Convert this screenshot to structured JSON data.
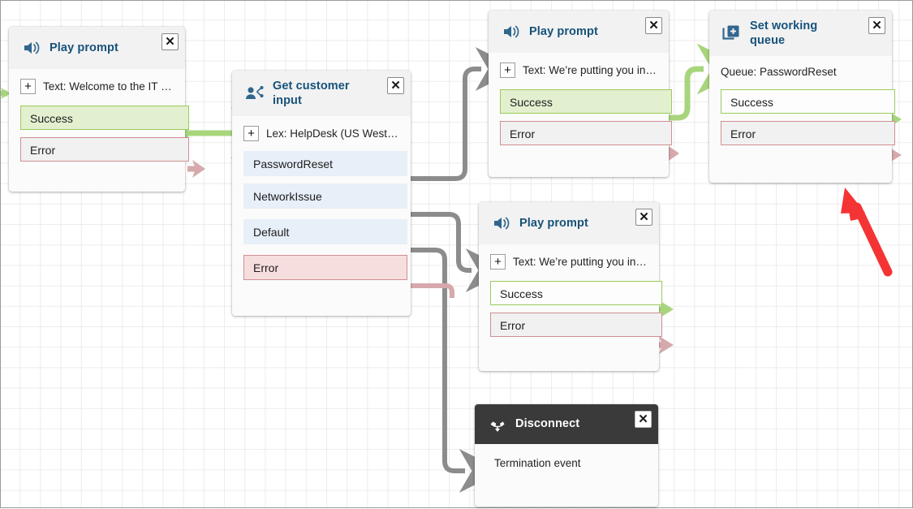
{
  "canvas": {
    "grid": true,
    "background_color": "#ffffff",
    "grid_color": "#ececec"
  },
  "colors": {
    "header_title": "#16527a",
    "header_bg": "#f2f2f2",
    "node_bg": "#fbfbfb",
    "success_fill": "#e2f0cf",
    "success_border": "#9acb5c",
    "error_fill": "#f1f1f1",
    "error_border": "#cf8f92",
    "option_fill": "#e7eff8",
    "connector_gray": "#8c8c8c",
    "connector_green": "#a8d57c",
    "connector_pink": "#d6a9ac",
    "disconnect_header": "#3a3a3a",
    "annotation_arrow": "#f43434"
  },
  "nodes": [
    {
      "id": "play-prompt-welcome",
      "title": "Play prompt",
      "icon": "speaker-icon",
      "close_label": "✕",
      "params": [
        {
          "icon": "plus-icon",
          "text": "Text: Welcome to the IT Hel..."
        }
      ],
      "branches": [
        {
          "label": "Success",
          "kind": "success"
        },
        {
          "label": "Error",
          "kind": "error"
        }
      ]
    },
    {
      "id": "get-customer-input",
      "title": "Get customer input",
      "icon": "get-customer-input-icon",
      "close_label": "✕",
      "params": [
        {
          "icon": "plus-icon",
          "text": "Lex: HelpDesk (US West: O..."
        }
      ],
      "branches": [
        {
          "label": "PasswordReset",
          "kind": "option"
        },
        {
          "label": "NetworkIssue",
          "kind": "option"
        },
        {
          "label": "Default",
          "kind": "option"
        },
        {
          "label": "Error",
          "kind": "error-fill"
        }
      ]
    },
    {
      "id": "play-prompt-queue-top",
      "title": "Play prompt",
      "icon": "speaker-icon",
      "close_label": "✕",
      "params": [
        {
          "icon": "plus-icon",
          "text": "Text: We’re putting you in a ..."
        }
      ],
      "branches": [
        {
          "label": "Success",
          "kind": "success"
        },
        {
          "label": "Error",
          "kind": "error"
        }
      ]
    },
    {
      "id": "set-working-queue",
      "title": "Set working queue",
      "icon": "set-working-queue-icon",
      "close_label": "✕",
      "params": [
        {
          "icon": "none",
          "text": "Queue: PasswordReset"
        }
      ],
      "branches": [
        {
          "label": "Success",
          "kind": "success-plain"
        },
        {
          "label": "Error",
          "kind": "error"
        }
      ]
    },
    {
      "id": "play-prompt-queue-mid",
      "title": "Play prompt",
      "icon": "speaker-icon",
      "close_label": "✕",
      "params": [
        {
          "icon": "plus-icon",
          "text": "Text: We’re putting you in a ..."
        }
      ],
      "branches": [
        {
          "label": "Success",
          "kind": "success-plain"
        },
        {
          "label": "Error",
          "kind": "error"
        }
      ]
    },
    {
      "id": "disconnect",
      "title": "Disconnect",
      "icon": "disconnect-icon",
      "close_label": "✕",
      "params": [
        {
          "icon": "none",
          "text": "Termination event"
        }
      ],
      "branches": []
    }
  ],
  "annotation": {
    "type": "red-arrow",
    "points_to": "set-working-queue",
    "color": "#f43434"
  }
}
